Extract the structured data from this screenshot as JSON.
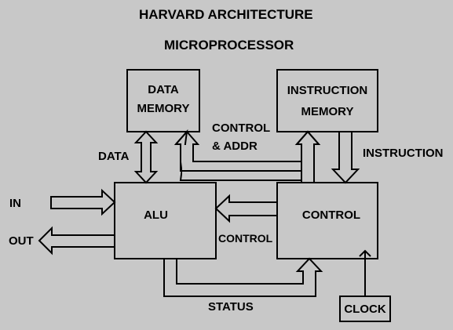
{
  "title": {
    "line1": "HARVARD ARCHITECTURE",
    "line2": "MICROPROCESSOR"
  },
  "blocks": {
    "data_memory": {
      "line1": "DATA",
      "line2": "MEMORY"
    },
    "instruction_memory": {
      "line1": "INSTRUCTION",
      "line2": "MEMORY"
    },
    "alu": "ALU",
    "control": "CONTROL",
    "clock": "CLOCK"
  },
  "signals": {
    "control_addr_line1": "CONTROL",
    "control_addr_line2": "& ADDR",
    "data": "DATA",
    "instruction": "INSTRUCTION",
    "in": "IN",
    "out": "OUT",
    "control": "CONTROL",
    "status": "STATUS"
  },
  "colors": {
    "background": "#c8c8c8",
    "line": "#000000",
    "box_fill": "#c8c8c8"
  }
}
